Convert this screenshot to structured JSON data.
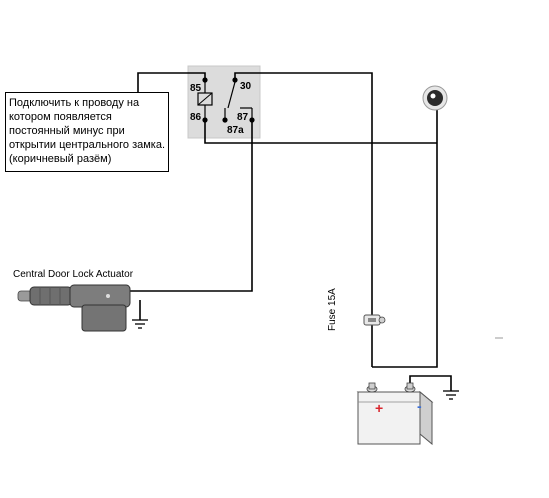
{
  "relay": {
    "pins": {
      "p85": "85",
      "p30": "30",
      "p86": "86",
      "p87": "87",
      "p87a": "87a"
    }
  },
  "note": {
    "lines": [
      "Подключить к проводу на",
      "котором появляется",
      "постоянный минус при",
      "открытии центрального замка.",
      "(коричневый разём)"
    ]
  },
  "actuator": {
    "label": "Central Door Lock Actuator"
  },
  "fuse": {
    "label": "Fuse 15A"
  },
  "battery": {
    "plus": "+",
    "minus": "-"
  },
  "colors": {
    "wire": "#000000",
    "relay_bg": "#dcdcdc",
    "plus": "#d9262e",
    "minus": "#3a6fd8"
  }
}
